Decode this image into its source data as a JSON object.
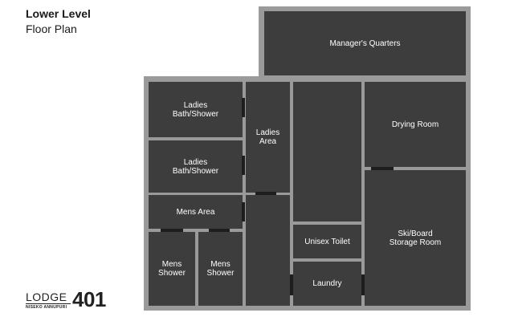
{
  "header": {
    "title": "Lower Level",
    "subtitle": "Floor Plan"
  },
  "rooms": {
    "managers_quarters": "Manager's Quarters",
    "ladies_bath_1": "Ladies\nBath/Shower",
    "ladies_bath_2": "Ladies\nBath/Shower",
    "ladies_area": "Ladies\nArea",
    "drying_room": "Drying Room",
    "mens_area": "Mens Area",
    "ski_storage": "Ski/Board\nStorage Room",
    "unisex_toilet": "Unisex Toilet",
    "mens_shower_1": "Mens\nShower",
    "mens_shower_2": "Mens\nShower",
    "laundry": "Laundry"
  },
  "logo": {
    "word": "LODGE",
    "number": "401",
    "location": "NISEKO ANNUPURI"
  },
  "colors": {
    "room_fill": "#3d3d3d",
    "wall": "#9a9a9a",
    "door": "#1e1e1e"
  }
}
